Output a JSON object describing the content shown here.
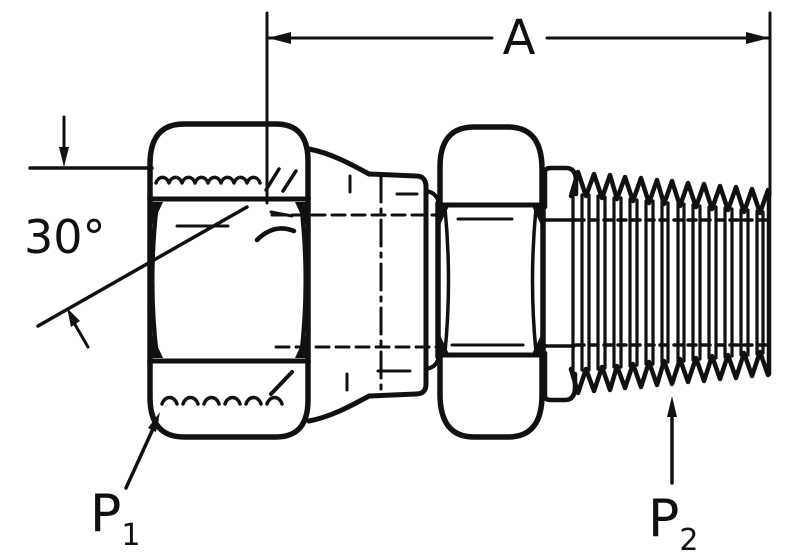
{
  "figure": {
    "labels": {
      "dimension_a": "A",
      "seat_angle": "30°",
      "port1": {
        "base": "P",
        "sub": "1"
      },
      "port2": {
        "base": "P",
        "sub": "2"
      }
    },
    "colors": {
      "line": "#111111",
      "background": "#ffffff"
    }
  }
}
